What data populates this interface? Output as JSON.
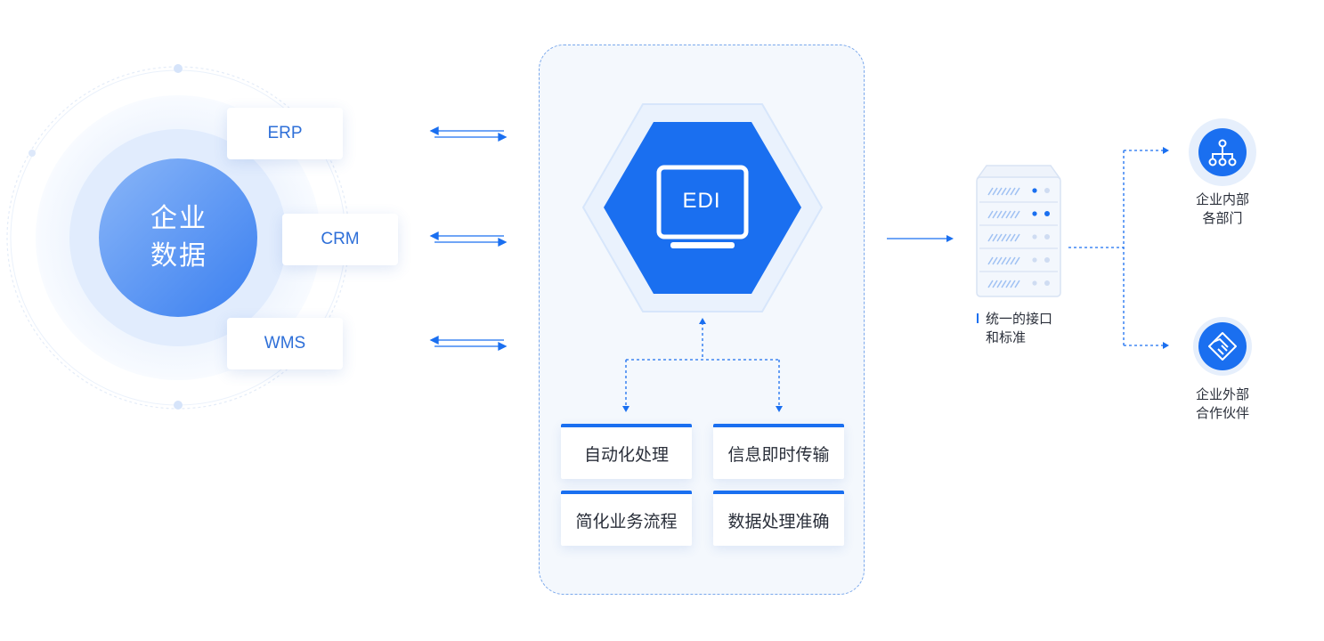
{
  "core": {
    "line1": "企业",
    "line2": "数据"
  },
  "systems": [
    {
      "label": "ERP"
    },
    {
      "label": "CRM"
    },
    {
      "label": "WMS"
    }
  ],
  "edi": {
    "label": "EDI",
    "features": [
      "自动化处理",
      "信息即时传输",
      "简化业务流程",
      "数据处理准确"
    ]
  },
  "interface": {
    "line1": "统一的接口",
    "line2": "和标准"
  },
  "destinations": [
    {
      "line1": "企业内部",
      "line2": "各部门",
      "icon": "org-tree-icon"
    },
    {
      "line1": "企业外部",
      "line2": "合作伙伴",
      "icon": "handshake-icon"
    }
  ],
  "colors": {
    "primary": "#1a6ff0",
    "light_blue": "#e8f1fd",
    "panel_bg": "#f4f8fd"
  }
}
